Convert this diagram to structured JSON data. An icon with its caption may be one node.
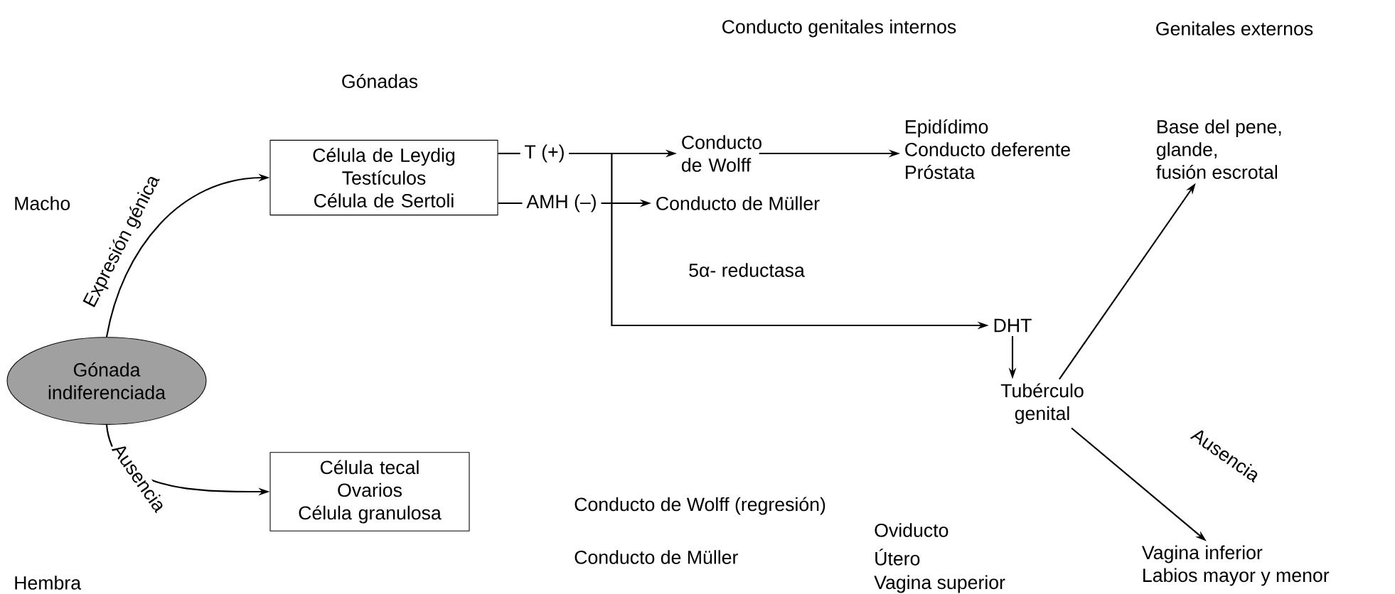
{
  "diagram": {
    "nodes": [
      {
        "text": [
          "Gónada indiferenciada"
        ]
      },
      {
        "text": [
          "Célula de Leydig",
          "Testículos",
          "Célula de Sertoli"
        ]
      },
      {
        "text": [
          "T (+)"
        ]
      },
      {
        "text": [
          "AMH (–)"
        ]
      },
      {
        "text": [
          "Conducto de Wolff"
        ]
      },
      {
        "text": [
          "Conducto de Müller"
        ]
      },
      {
        "text": [
          "Epidídimo",
          "Conducto deferente",
          "Próstata"
        ]
      },
      {
        "text": [
          "DHT"
        ]
      },
      {
        "text": [
          "Tubérculo genital"
        ]
      },
      {
        "text": [
          "Base del pene,",
          "glande,",
          "fusión escrotal"
        ]
      },
      {
        "text": [
          "Vagina inferior",
          "Labios mayor y menor"
        ]
      },
      {
        "text": [
          "Célula tecal",
          "Ovarios",
          "Célula granulosa"
        ]
      }
    ],
    "edges": [
      {
        "from": 0,
        "to": 1,
        "arrow": "to",
        "label": "Expresión génica"
      },
      {
        "from": 0,
        "to": 11,
        "arrow": "to",
        "label": "Ausencia"
      },
      {
        "from": 1,
        "to": 2,
        "arrow": "none"
      },
      {
        "from": 2,
        "to": 4,
        "arrow": "to"
      },
      {
        "from": 1,
        "to": 3,
        "arrow": "none"
      },
      {
        "from": 3,
        "to": 5,
        "arrow": "to"
      },
      {
        "from": 2,
        "to": 7,
        "arrow": "to",
        "label": "5α- reductasa"
      },
      {
        "from": 4,
        "to": 6,
        "arrow": "to"
      },
      {
        "from": 7,
        "to": 8,
        "arrow": "to"
      },
      {
        "from": 8,
        "to": 9,
        "arrow": "to"
      },
      {
        "from": 8,
        "to": 10,
        "arrow": "to",
        "label": "Ausencia"
      }
    ],
    "labels": [
      "Gónadas",
      "Conducto genitales internos",
      "Genitales externos",
      "Macho",
      "Hembra",
      "Conducto de Wolff (regresión)",
      "Conducto de Müller",
      "Oviducto",
      "Útero",
      "Vagina superior"
    ]
  }
}
